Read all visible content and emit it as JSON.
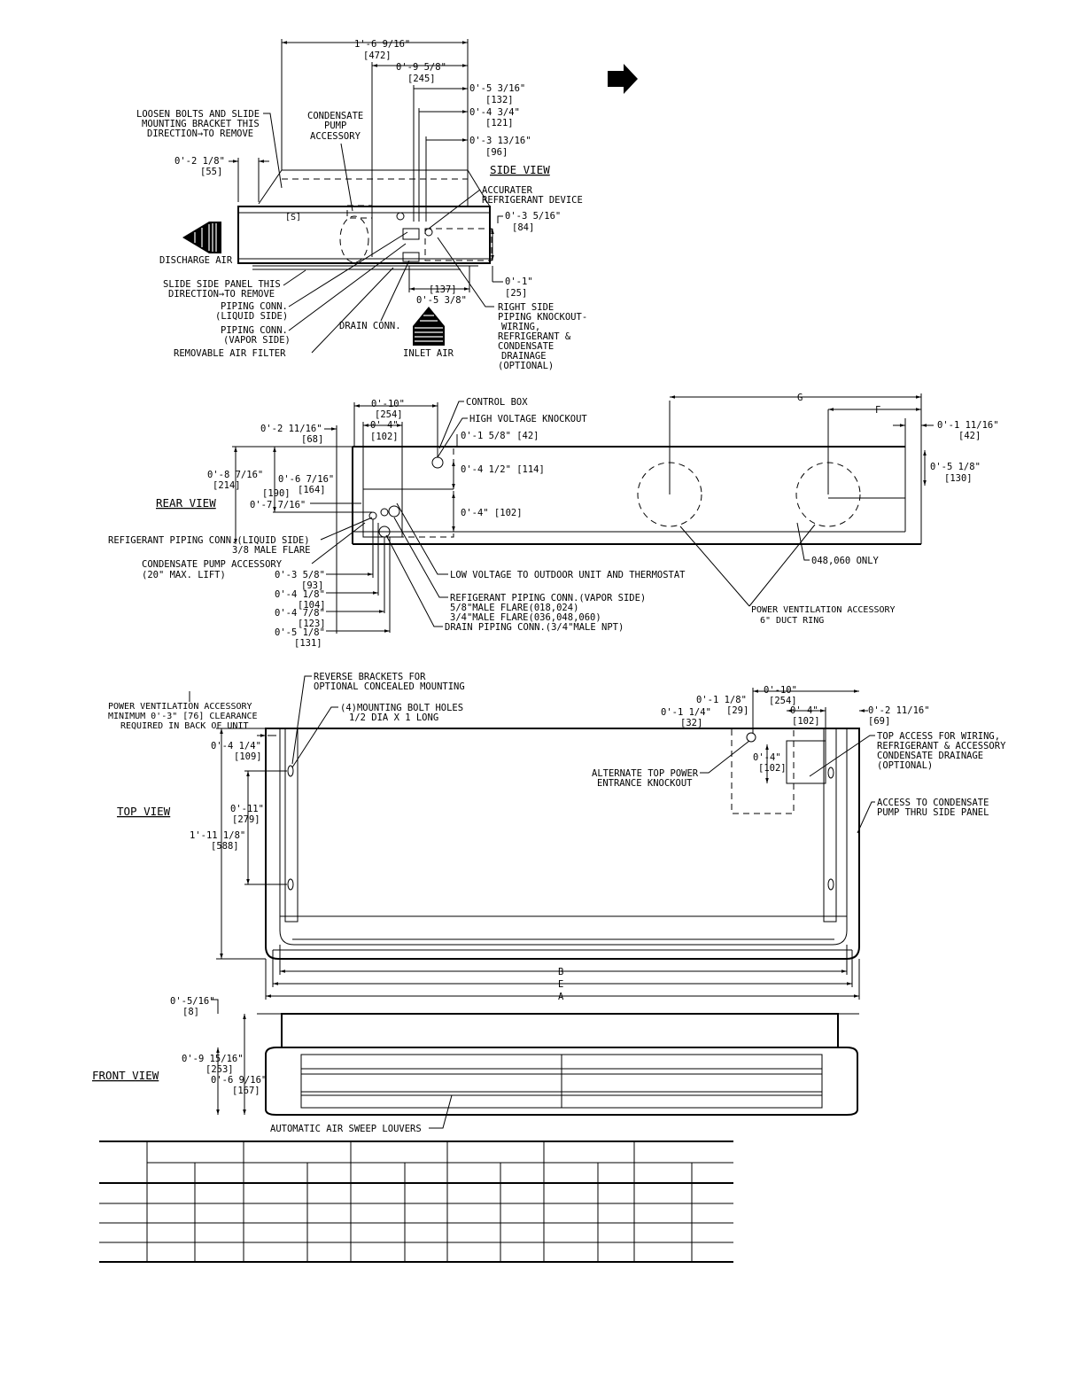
{
  "side_view": {
    "title": "SIDE VIEW",
    "dims": {
      "overall": "1'-6 9/16\"",
      "overall_mm": "[472]",
      "d245": "0'-9 5/8\"",
      "d245_mm": "[245]",
      "d132": "0'-5 3/16\"",
      "d132_mm": "[132]",
      "d121": "0'-4 3/4\"",
      "d121_mm": "[121]",
      "d96": "0'-3 13/16\"",
      "d96_mm": "[96]",
      "d55": "0'-2 1/8\"",
      "d55_mm": "[55]",
      "d84": "0'-3 5/16\"",
      "d84_mm": "[84]",
      "d25": "0'-1\"",
      "d25_mm": "[25]",
      "d137_mm": "[137]",
      "d137": "0'-5 3/8\""
    },
    "labels": {
      "loosen_1": "LOOSEN BOLTS AND SLIDE",
      "loosen_2": "MOUNTING BRACKET THIS",
      "loosen_3": "DIRECTION→TO REMOVE",
      "pump_1": "CONDENSATE",
      "pump_2": "PUMP",
      "pump_3": "ACCESSORY",
      "accurater_1": "ACCURATER",
      "accurater_2": "REFRIGERANT DEVICE",
      "discharge": "DISCHARGE AIR",
      "slide_1": "SLIDE SIDE PANEL THIS",
      "slide_2": "DIRECTION→TO REMOVE",
      "pipe_liq_1": "PIPING CONN.",
      "pipe_liq_2": "(LIQUID SIDE)",
      "pipe_vap_1": "PIPING CONN.",
      "pipe_vap_2": "(VAPOR SIDE)",
      "filter": "REMOVABLE AIR FILTER",
      "drain": "DRAIN CONN.",
      "inlet": "INLET AIR",
      "right_1": "RIGHT SIDE",
      "right_2": "PIPING KNOCKOUT-",
      "right_3": "WIRING,",
      "right_4": "REFRIGERANT &",
      "right_5": "CONDENSATE",
      "right_6": "DRAINAGE",
      "right_7": "(OPTIONAL)"
    }
  },
  "rear_view": {
    "title": "REAR VIEW",
    "dims": {
      "d254": "0'-10\"",
      "d254_mm": "[254]",
      "d68": "0'-2 11/16\"",
      "d68_mm": "[68]",
      "d102a": "0'-4\"",
      "d102a_mm": "[102]",
      "d42": "0'-1 5/8\" [42]",
      "d114": "0'-4 1/2\" [114]",
      "d102b": "0'-4\" [102]",
      "d214": "0'-8 7/16\"",
      "d214_mm": "[214]",
      "d164": "0'-6 7/16\"",
      "d164_mm": "[164]",
      "d190_mm": "[190]",
      "d190": "0'-7 7/16\"",
      "d93": "0'-3 5/8\"",
      "d93_mm": "[93]",
      "d104": "0'-4 1/8\"",
      "d104_mm": "[104]",
      "d123": "0'-4 7/8\"",
      "d123_mm": "[123]",
      "d131": "0'-5 1/8\"",
      "d131_mm": "[131]",
      "g": "G",
      "f": "F",
      "r42": "0'-1 11/16\"",
      "r42_mm": "[42]",
      "r130": "0'-5 1/8\"",
      "r130_mm": "[130]"
    },
    "labels": {
      "control_box": "CONTROL BOX",
      "hv_knockout": "HIGH VOLTAGE KNOCKOUT",
      "ref_liq_1": "REFIGERANT PIPING CONN.(LIQUID SIDE)",
      "ref_liq_2": "3/8 MALE FLARE",
      "pump_1": "CONDENSATE PUMP ACCESSORY",
      "pump_2": "(20\" MAX. LIFT)",
      "low_voltage": "LOW VOLTAGE TO OUTDOOR UNIT AND THERMOSTAT",
      "ref_vap_1": "REFIGERANT PIPING CONN.(VAPOR SIDE)",
      "ref_vap_2": "5/8\"MALE FLARE(018,024)",
      "ref_vap_3": "3/4\"MALE FLARE(036,048,060)",
      "drain": "DRAIN PIPING CONN.(3/4\"MALE NPT)",
      "only": "048,060 ONLY",
      "pv_1": "POWER VENTILATION ACCESSORY",
      "pv_2": "6\" DUCT RING"
    }
  },
  "top_view": {
    "title": "TOP VIEW",
    "dims": {
      "d109": "0'-4 1/4\"",
      "d109_mm": "[109]",
      "d279": "0'-11\"",
      "d279_mm": "[279]",
      "d588": "1'-11 1/8\"",
      "d588_mm": "[588]",
      "d29": "0'-1 1/8\"",
      "d29_mm": "[29]",
      "d32": "0'-1 1/4\"",
      "d32_mm": "[32]",
      "d254": "0'-10\"",
      "d254_mm": "[254]",
      "d102": "0'-4\"",
      "d102_mm": "[102]",
      "d69": "0'-2 11/16\"",
      "d69_mm": "[69]",
      "d102b": "0'-4\"",
      "d102b_mm": "[102]",
      "b": "B",
      "e": "E",
      "a": "A"
    },
    "labels": {
      "reverse_1": "REVERSE BRACKETS FOR",
      "reverse_2": "OPTIONAL CONCEALED MOUNTING",
      "pv_1": "POWER VENTILATION ACCESSORY",
      "pv_2": "MINIMUM 0'-3\" [76] CLEARANCE",
      "pv_3": "REQUIRED IN BACK OF UNIT",
      "holes_1": "(4)MOUNTING BOLT HOLES",
      "holes_2": "1/2 DIA X 1 LONG",
      "alt_1": "ALTERNATE TOP POWER",
      "alt_2": "ENTRANCE KNOCKOUT",
      "access_1": "TOP ACCESS FOR WIRING,",
      "access_2": "REFRIGERANT & ACCESSORY",
      "access_3": "CONDENSATE DRAINAGE",
      "access_4": "(OPTIONAL)",
      "pump_1": "ACCESS TO CONDENSATE",
      "pump_2": "PUMP THRU SIDE PANEL"
    }
  },
  "front_view": {
    "title": "FRONT VIEW",
    "dims": {
      "d8": "0'-5/16\"",
      "d8_mm": "[8]",
      "d253": "0'-9 15/16\"",
      "d253_mm": "[253]",
      "d167": "0'-6 9/16\"",
      "d167_mm": "[167]"
    },
    "labels": {
      "louvers": "AUTOMATIC AIR SWEEP LOUVERS"
    }
  },
  "table": {
    "rows": 4,
    "columns": 13
  }
}
